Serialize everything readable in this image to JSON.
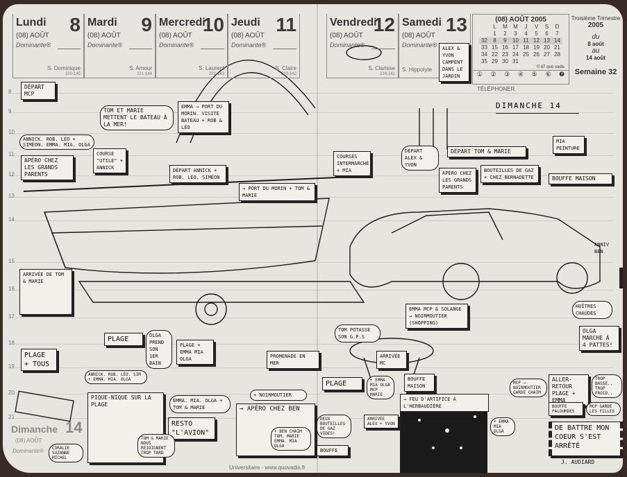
{
  "days": [
    {
      "name": "Lundi",
      "num": "8",
      "month": "(08) AOÛT",
      "dom": "Dominante®",
      "saint": "S. Dominique",
      "code": "220-145"
    },
    {
      "name": "Mardi",
      "num": "9",
      "month": "(08) AOÛT",
      "dom": "Dominante®",
      "saint": "S. Amour",
      "code": "221-144"
    },
    {
      "name": "Mercredi",
      "num": "10",
      "month": "(08) AOÛT",
      "dom": "Dominante®",
      "saint": "S. Laurent",
      "code": "222-143"
    },
    {
      "name": "Jeudi",
      "num": "11",
      "month": "(08) AOÛT",
      "dom": "Dominante®",
      "saint": "S. Claire",
      "code": "223-142"
    },
    {
      "name": "Vendredi",
      "num": "12",
      "month": "(08) AOÛT",
      "dom": "Dominante®",
      "saint": "S. Clarisse",
      "code": "224-141"
    },
    {
      "name": "Samedi",
      "num": "13",
      "month": "(08) AOÛT",
      "dom": "Dominante®",
      "saint": "S. Hippolyte",
      "code": ""
    }
  ],
  "calendar": {
    "title": "(08) AOÛT 2005",
    "weekdays": [
      "L",
      "M",
      "M",
      "J",
      "V",
      "S",
      "D"
    ],
    "weeks": [
      [
        "",
        "1",
        "2",
        "3",
        "4",
        "5",
        "6",
        "7"
      ],
      [
        "32",
        "8",
        "9",
        "10",
        "11",
        "12",
        "13",
        "14"
      ],
      [
        "33",
        "15",
        "16",
        "17",
        "18",
        "19",
        "20",
        "21"
      ],
      [
        "34",
        "22",
        "23",
        "24",
        "25",
        "26",
        "27",
        "28"
      ],
      [
        "35",
        "29",
        "30",
        "31",
        "",
        "",
        "",
        ""
      ]
    ],
    "copyright": "© 87 quo vadis",
    "circles": [
      "①",
      "②",
      "③",
      "④",
      "⑤",
      "⑥",
      "❼"
    ]
  },
  "info": {
    "trimester": "Troisième Trimestre",
    "year": "2005",
    "du": "du",
    "from": "8 août",
    "au": "au",
    "to": "14 août",
    "week": "Semaine 32"
  },
  "telephoner": "TÉLÉPHONER",
  "hours": [
    "8",
    "9",
    "10",
    "11",
    "12",
    "13",
    "14",
    "15",
    "16",
    "17",
    "18",
    "19",
    "20",
    "21"
  ],
  "sunday": {
    "title": "DIMANCHE 14",
    "printed_name": "Dimanche",
    "printed_num": "14",
    "printed_month": "(08) AOÛT",
    "printed_dom": "Dominante®"
  },
  "footer": "Universitaire - www.quovadis.fr",
  "notes": {
    "n1": "Départ MCP",
    "n2": "Annick. Rob. Léo + Siméon. Emma. Mia. Olga",
    "n3": "Apéro chez les grands parents",
    "n4": "Tom et Marie mettent le bateau à la mer!",
    "n5": "Course \"utile\" + Annick",
    "n6": "Emma → Port du Morin. Visite bateau + Rob & Léo",
    "n7": "Départ Annick + Rob. Léo. Siméon",
    "n8": "→ Port du Morin + Tom & Marie",
    "n9": "Courses Intermarché + Mia",
    "n10": "Départ Alex & Yvon",
    "n11": "Départ Tom & Marie",
    "n12": "Apéro chez les grands parents",
    "n13": "Bouteilles de gaz + chez Bernadette",
    "n14": "Mia peinture",
    "n15": "Bouffe maison",
    "n16": "Alex & Yvon campent dans le jardin",
    "n17": "Arrivée de Tom & Marie",
    "n18": "Plage + tous",
    "n19": "Plage",
    "n20": "Olga prend son 1er bain",
    "n21": "Plage + Emma Mia Olga",
    "n22": "Promenade en mer",
    "n23": "Emma MCP & Solange → Noirmoutier (shopping)",
    "n24": "Tom potasse son G.P.S",
    "n25": "Arrivée MC",
    "n26": "Olga marche à 4 pattes!",
    "n27": "Huîtres chaudes",
    "n28": "Annick. Rob. Léo. Sim + Emma. Mia. Olga",
    "n29": "Pique-nique sur la plage",
    "n30": "Emma. Mia. Olga + Tom & Marie",
    "n31": "Resto \"L'Avion\"",
    "n32": "+ Noirmoutier",
    "n33": "→ Apéro chez Ben",
    "n34": "+ Ben Chaim Tom. Marie Emma. Mia Olga",
    "n35": "Tom & Marie nous rejoignent trop tard",
    "n36": "Coralie Suzanne Michel",
    "n37": "Plage",
    "n38": "+ Emma Mia Olga MCP Marie",
    "n39": "Bouffe maison",
    "n40": "Deux bouteilles de gaz vides!",
    "n41": "Arrivée Alex + Yvon",
    "n42": "Bouffe",
    "n43": "→ Feu d'artifice à l'Herbaudière",
    "n44": "+ Emma Mia Olga",
    "n45": "MCP → Noirmoutier garde Chaim",
    "n46": "Aller-retour plage + Emma",
    "n47": "Trop basse.. trop froid..",
    "n48": "Bouffe palourdes",
    "n49": "MCP garde les filles",
    "n50": "De battre mon coeur s'est arrêté",
    "n51": "J. Audiard",
    "n52": "Anniv Ben"
  }
}
